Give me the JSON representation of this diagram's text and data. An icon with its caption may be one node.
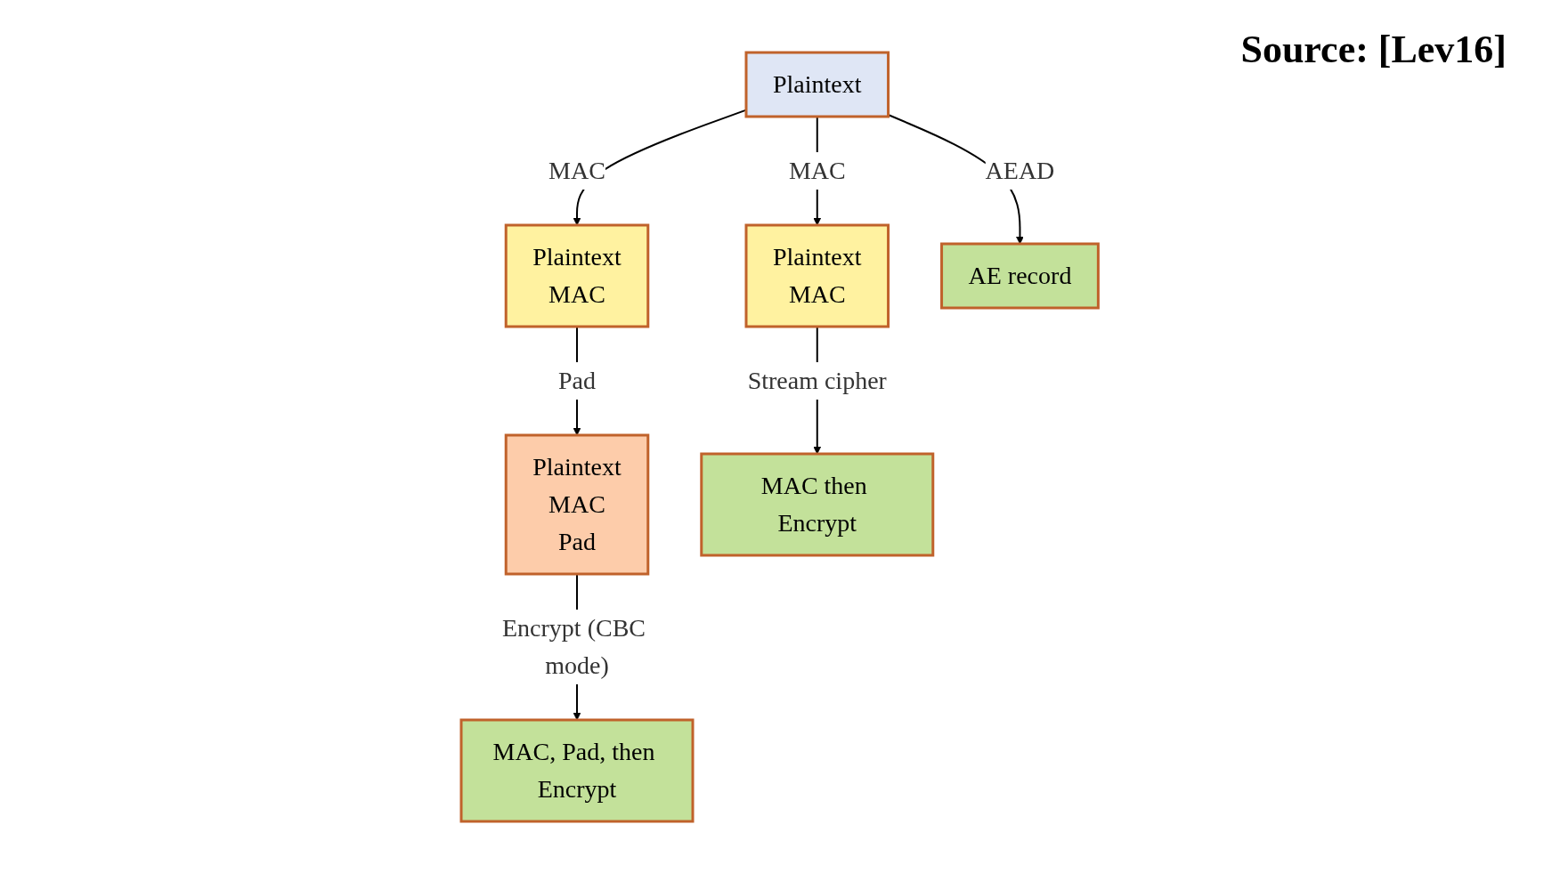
{
  "diagram": {
    "nodes": [
      {
        "text": [
          "Plaintext"
        ]
      },
      {
        "text": [
          "Plaintext",
          "MAC"
        ]
      },
      {
        "text": [
          "Plaintext",
          "MAC"
        ]
      },
      {
        "text": [
          "Plaintext",
          "MAC",
          "Pad"
        ]
      },
      {
        "text": [
          "MAC then Encrypt"
        ]
      },
      {
        "text": [
          "MAC, Pad, then Encrypt"
        ]
      },
      {
        "text": [
          "AE record"
        ]
      }
    ],
    "edges": [
      {
        "from": 0,
        "to": 1,
        "arrow": "to",
        "label": "MAC"
      },
      {
        "from": 0,
        "to": 2,
        "arrow": "to",
        "label": "MAC"
      },
      {
        "from": 0,
        "to": 6,
        "arrow": "to",
        "label": "AEAD"
      },
      {
        "from": 1,
        "to": 4,
        "arrow": "to",
        "label": "Stream cipher"
      },
      {
        "from": 2,
        "to": 3,
        "arrow": "to",
        "label": "Pad"
      },
      {
        "from": 3,
        "to": 5,
        "arrow": "to",
        "label": "Encrypt (CBC mode)"
      }
    ],
    "labels": [
      "Source: [Lev16]"
    ]
  }
}
